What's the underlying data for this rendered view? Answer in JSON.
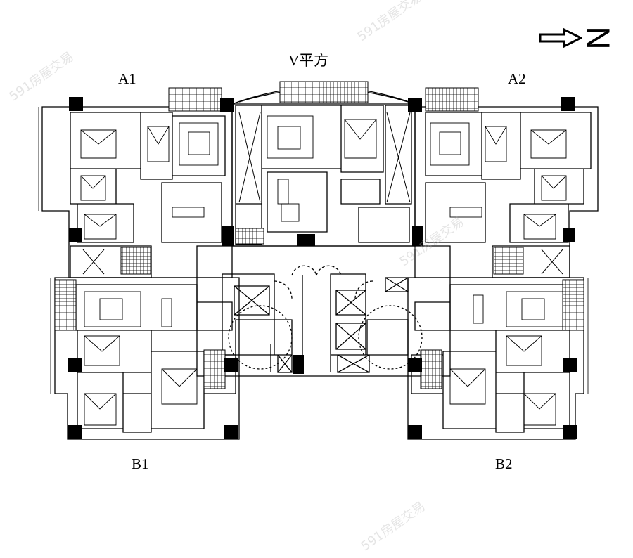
{
  "title": "V平方",
  "units": {
    "a1": "A1",
    "a2": "A2",
    "b1": "B1",
    "b2": "B2"
  },
  "north_arrow": {
    "label": "N"
  },
  "watermark": "591房屋交易",
  "colors": {
    "line": "#000000",
    "background": "#ffffff"
  }
}
